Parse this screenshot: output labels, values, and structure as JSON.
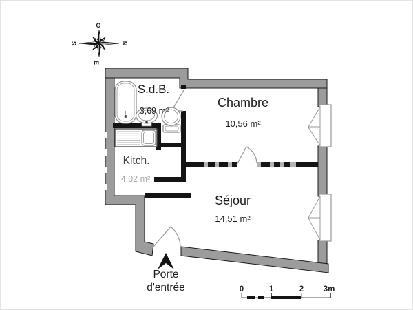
{
  "plan": {
    "rooms": {
      "sdb": {
        "name": "S.d.B.",
        "area": "3,69 m²"
      },
      "chambre": {
        "name": "Chambre",
        "area": "10,56 m²"
      },
      "kitchen": {
        "name": "Kitch.",
        "area": "4,02 m²"
      },
      "sejour": {
        "name": "Séjour",
        "area": "14,51 m²"
      }
    },
    "entrance": {
      "line1": "Porte",
      "line2": "d'entrée"
    },
    "compass": {
      "north": "N",
      "east": "E",
      "south": "S",
      "west": "O"
    },
    "scale_bar": {
      "ticks": [
        "0",
        "1",
        "2",
        "3m"
      ]
    },
    "colors": {
      "wall_fill": "#9c9c9c",
      "interior_wall": "#141414",
      "dash_light": "#b3b3b3",
      "fixture_stroke": "#8b8b8b",
      "faded_area_text": "#a8a8a8"
    }
  }
}
